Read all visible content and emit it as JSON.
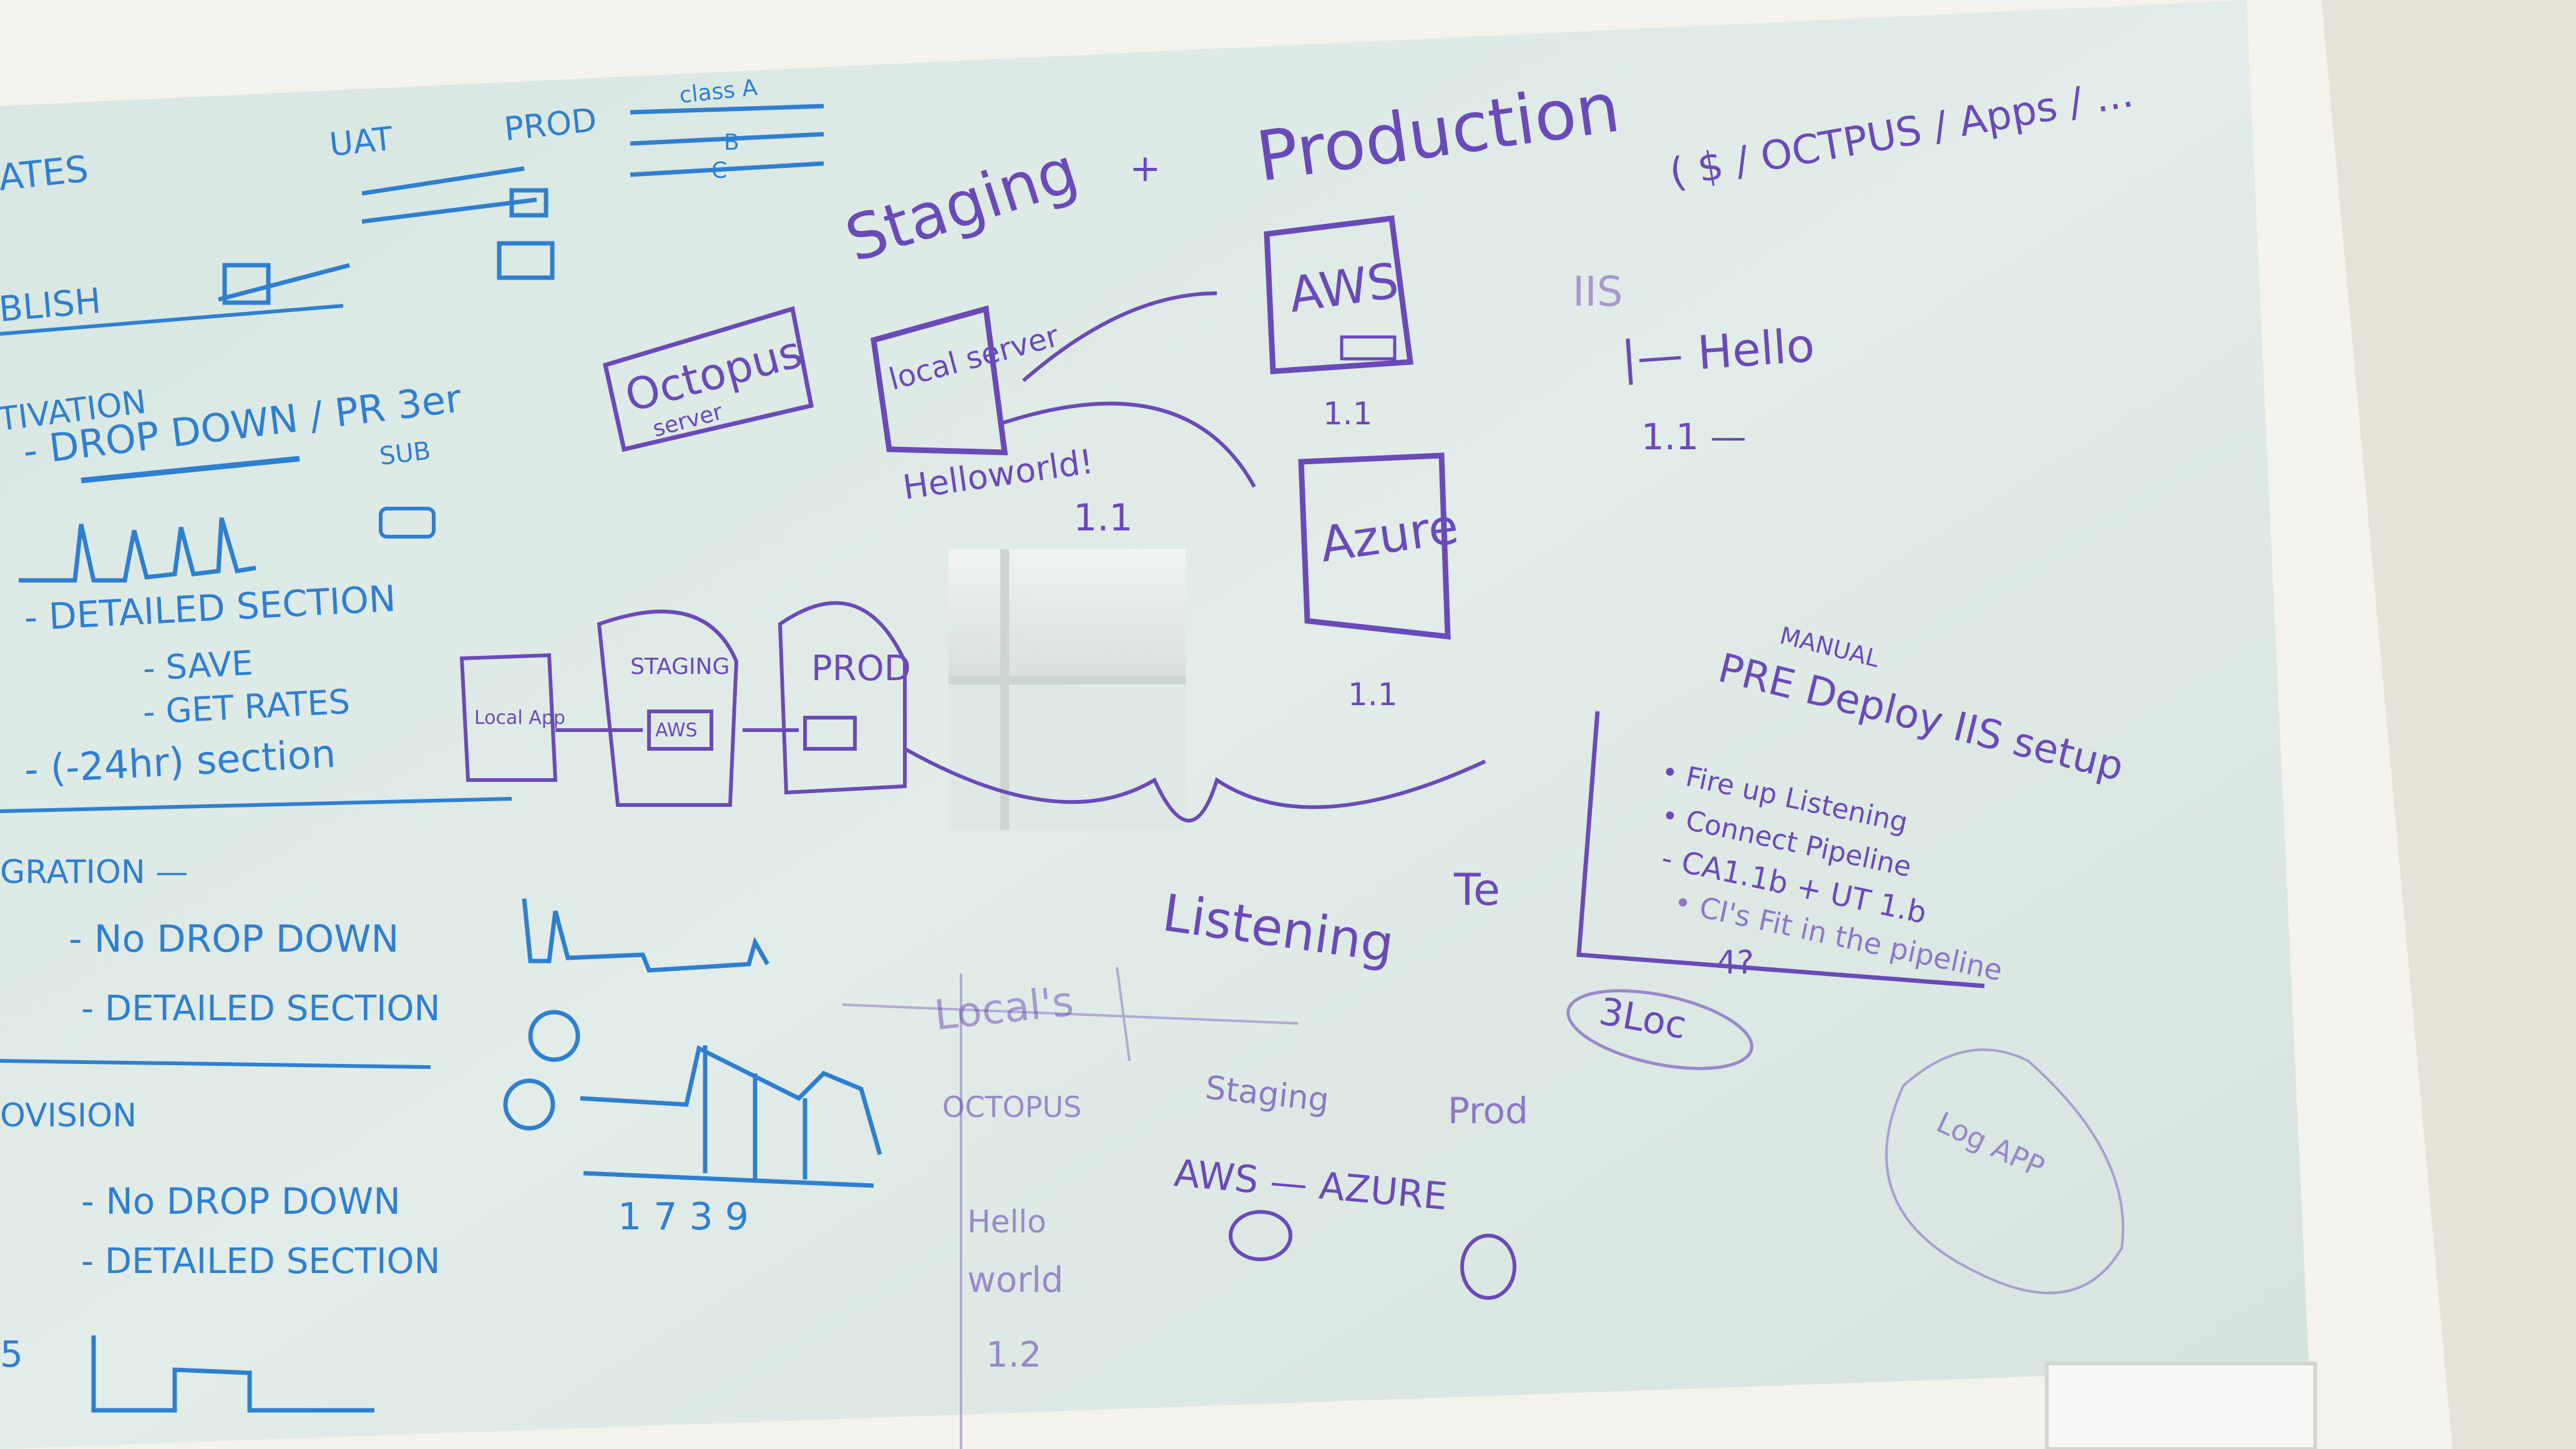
{
  "colors": {
    "wall": "#e9e6de",
    "board": "#dfeae6",
    "frame": "#f4f2ec",
    "blue_marker": "#2f7fd0",
    "purple_marker": "#6a4ab8"
  },
  "blue_notes": {
    "rates": "ATES",
    "uat": "UAT",
    "prod": "PROD",
    "class_a": "class A",
    "b": "B",
    "c": "C",
    "publish": "BLISH",
    "activation": "TIVATION",
    "drop_down_per": "- DROP DOWN / PR 3er",
    "drop_down_sub": "SUB",
    "detailed_section": "- DETAILED SECTION",
    "save": "- SAVE",
    "get_rates": "- GET RATES",
    "hr_section": "- (-24hr) section",
    "registration": "GRATION —",
    "no_drop_down_1": "- No DROP DOWN",
    "detailed_section_2": "- DETAILED SECTION",
    "revision": "OVISION",
    "no_drop_down_2": "- No DROP DOWN",
    "detailed_section_3": "- DETAILED SECTION",
    "axis_labels": "1  7 3 9",
    "left_five": "5"
  },
  "purple_notes": {
    "production": "Production",
    "staging": "Staging",
    "octopus": "Octopus",
    "octopus_sub": "server",
    "local_server": "local server",
    "hello_world": "Helloworld!",
    "version_center": "1.1",
    "aws": "AWS",
    "aws_version": "1.1",
    "azure": "Azure",
    "azure_version": "1.1",
    "pipeline_local_app": "Local App",
    "pipeline_staging": "STAGING",
    "pipeline_aws": "AWS",
    "pipeline_prod": "PROD",
    "listening": "Listening",
    "listening_tail": "Te",
    "octopus_path": "( $ / OCTPUS / Apps / ...",
    "iis": "IIS",
    "hello": "|— Hello",
    "version_right": "1.1 —",
    "manual": "MANUAL",
    "pre_deploy": "PRE Deploy IIS setup",
    "bullet_1": "• Fire up Listening",
    "bullet_2": "• Connect Pipeline",
    "bullet_3": "- CA1.1b + UT 1.b",
    "bullet_4": "• CI's Fit in the pipeline",
    "bullet_5": "4?",
    "bloc": "3Loc",
    "local_table": "Local's",
    "table_octopus": "OCTOPUS",
    "table_staging": "Staging",
    "table_prod": "Prod",
    "table_aws_azure": "AWS — AZURE",
    "table_hello": "Hello",
    "table_world": "world",
    "table_version": "1.2",
    "log_app": "Log APP"
  }
}
